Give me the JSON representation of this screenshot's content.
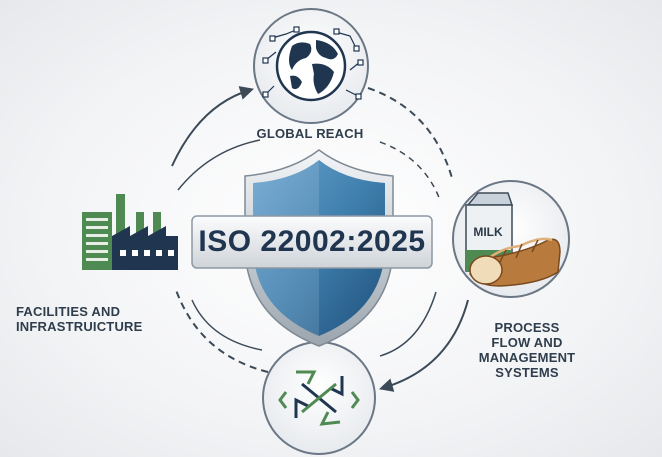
{
  "title": "ISO 22002:2025",
  "nodes": {
    "global_reach": {
      "label": "GLOBAL REACH",
      "icon": "globe-network-icon"
    },
    "process": {
      "label_lines": [
        "PROCESS",
        "FLOW AND",
        "MANAGEMENT",
        "SYSTEMS"
      ],
      "icon": "milk-bread-icon",
      "milk_text": "MILK"
    },
    "cycle": {
      "icon": "recycle-arrows-icon"
    },
    "facilities": {
      "label_lines": [
        "FACILITIES AND",
        "INFRASTRUICTURE"
      ],
      "icon": "factory-icon"
    }
  },
  "colors": {
    "shield_blue": "#3f7fae",
    "shield_dark": "#1f4f7a",
    "banner": "#e9ebee",
    "text": "#2f3d4c",
    "green": "#4f8a52",
    "navy": "#1f3550",
    "ring": "#3c4a58"
  }
}
